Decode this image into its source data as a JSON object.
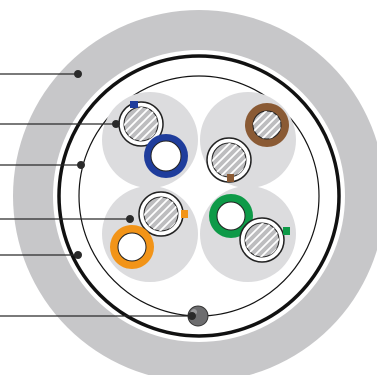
{
  "colors": {
    "jacket": "#c7c7c9",
    "jacket_inner": "#ffffff",
    "shield_ring": "#111111",
    "pair_bg": "#dcdcde",
    "white_wire_fill": "#ffffff",
    "conductor": "#bdbdbf",
    "blue": "#1f3d9c",
    "brown": "#8a5a34",
    "orange": "#f29418",
    "green": "#0e9a48",
    "drain": "#6d6d6f",
    "leader": "#2a2a2a"
  },
  "callouts": [
    {
      "id": "jacket-callout"
    },
    {
      "id": "pair-insulation-callout"
    },
    {
      "id": "braid-shield-callout"
    },
    {
      "id": "foil-pair-callout"
    },
    {
      "id": "outer-shield-callout"
    },
    {
      "id": "drain-wire-callout"
    }
  ],
  "pairs": [
    {
      "name": "blue-pair",
      "color": "blue"
    },
    {
      "name": "brown-pair",
      "color": "brown"
    },
    {
      "name": "orange-pair",
      "color": "orange"
    },
    {
      "name": "green-pair",
      "color": "green"
    }
  ]
}
